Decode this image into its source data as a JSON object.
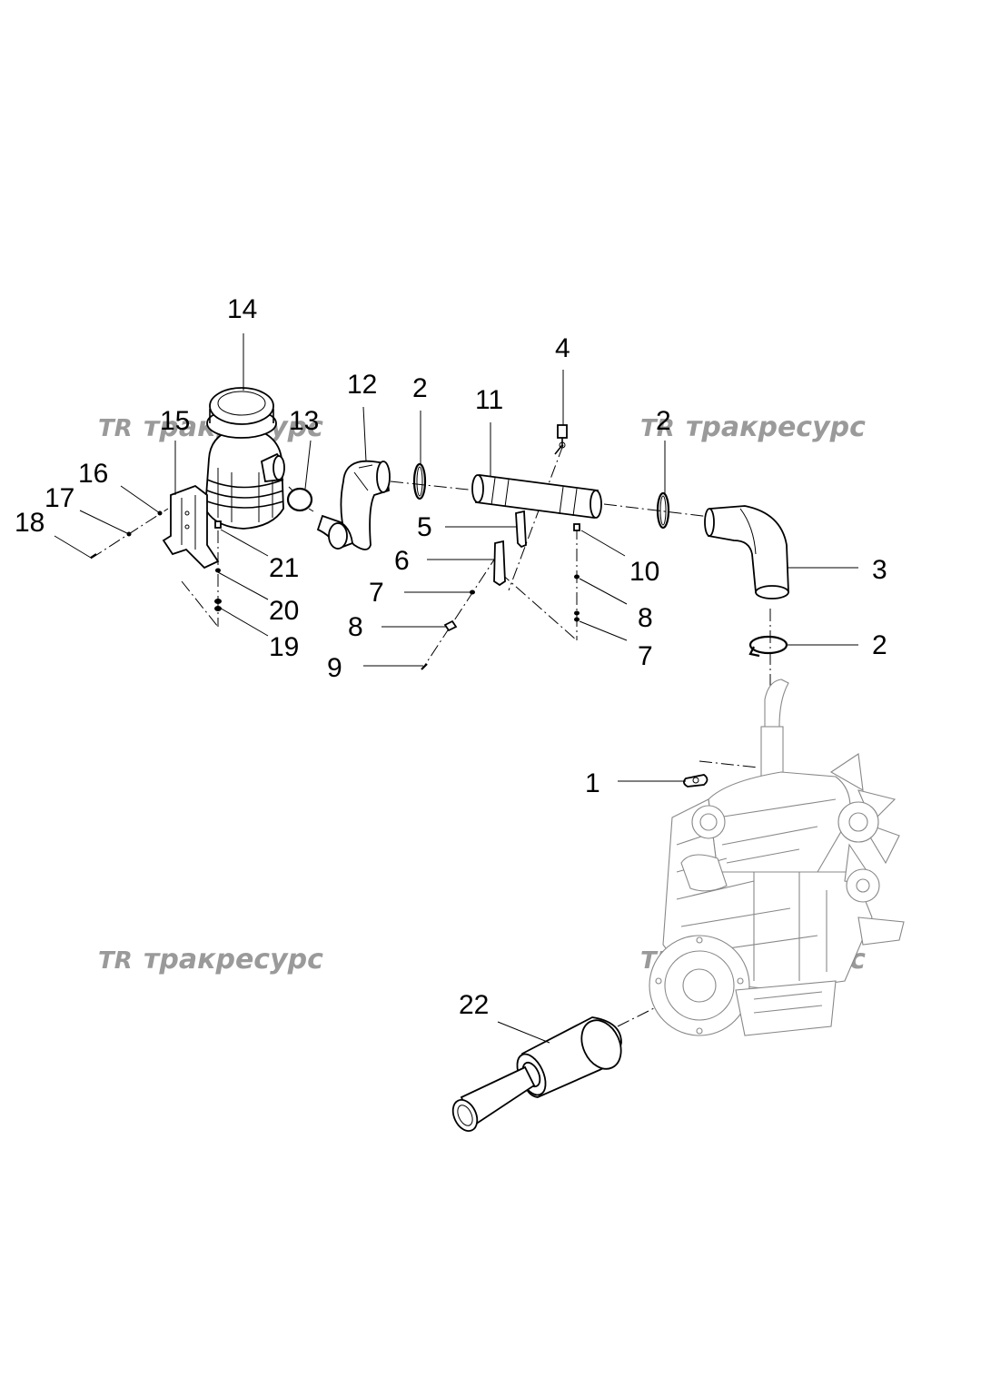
{
  "watermark": {
    "text": "тракресурс",
    "logo": "TR"
  },
  "labels": {
    "p1": "1",
    "p2a": "2",
    "p2b": "2",
    "p2c": "2",
    "p3": "3",
    "p4": "4",
    "p5": "5",
    "p6": "6",
    "p7a": "7",
    "p7b": "7",
    "p8a": "8",
    "p8b": "8",
    "p9": "9",
    "p10": "10",
    "p11": "11",
    "p12": "12",
    "p13": "13",
    "p14": "14",
    "p15": "15",
    "p16": "16",
    "p17": "17",
    "p18": "18",
    "p19": "19",
    "p20": "20",
    "p21": "21",
    "p22": "22"
  }
}
